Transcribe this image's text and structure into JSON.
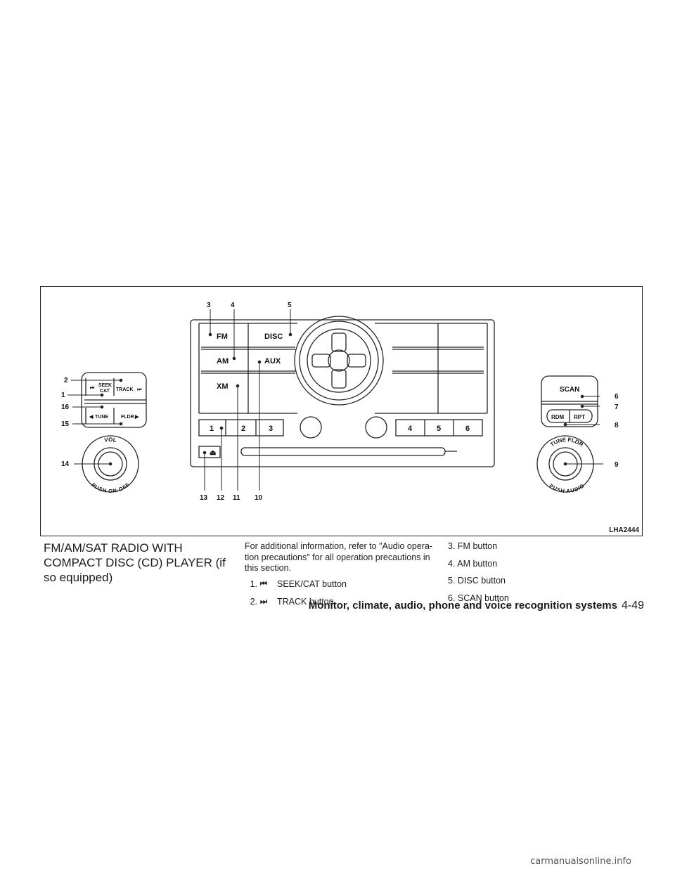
{
  "figure": {
    "id": "LHA2444",
    "left_panel": {
      "seek_label": "SEEK",
      "cat_label": "CAT",
      "track_label": "TRACK",
      "tune_label": "TUNE",
      "fldr_label": "FLDR",
      "knob_top": "VOL",
      "knob_bottom": "PUSH ON·OFF"
    },
    "center_panel": {
      "fm": "FM",
      "disc": "DISC",
      "am": "AM",
      "aux": "AUX",
      "xm": "XM",
      "presets": [
        "1",
        "2",
        "3",
        "4",
        "5",
        "6"
      ]
    },
    "right_panel": {
      "scan": "SCAN",
      "rdm": "RDM",
      "rpt": "RPT",
      "knob_top": "TUNE FLDR",
      "knob_bottom": "PUSH AUDIO"
    },
    "callouts": [
      "1",
      "2",
      "3",
      "4",
      "5",
      "6",
      "7",
      "8",
      "9",
      "10",
      "11",
      "12",
      "13",
      "14",
      "15",
      "16"
    ]
  },
  "section_title": "FM/AM/SAT RADIO WITH COMPACT DISC (CD) PLAYER (if so equipped)",
  "intro": "For additional information, refer to ″Audio opera-tion precautions″ for all operation precautions in this section.",
  "items": [
    {
      "num": "1.",
      "icon": "⏮",
      "icon_name": "seek-back-icon",
      "label": "SEEK/CAT button"
    },
    {
      "num": "2.",
      "icon": "⏭",
      "icon_name": "track-forward-icon",
      "label": "TRACK button"
    },
    {
      "num": "3.",
      "label": "FM button"
    },
    {
      "num": "4.",
      "label": "AM button"
    },
    {
      "num": "5.",
      "label": "DISC button"
    },
    {
      "num": "6.",
      "label": "SCAN button"
    }
  ],
  "footer": {
    "title": "Monitor, climate, audio, phone and voice recognition systems",
    "page": "4-49"
  },
  "watermark": "carmanualsonline.info"
}
